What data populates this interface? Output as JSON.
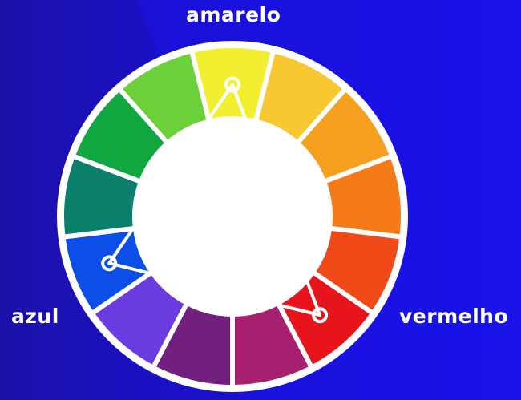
{
  "labels": {
    "yellow": "amarelo",
    "blue": "azul",
    "red": "vermelho"
  },
  "colors": {
    "background_dark": "#1b0fb0",
    "background_light": "#1a10e8",
    "ring_separator": "#ffffff",
    "triangle": "#ffffff"
  },
  "wheel": {
    "segments": [
      {
        "name": "yellow",
        "color": "#f2ee30"
      },
      {
        "name": "yellow-orange",
        "color": "#f7c830"
      },
      {
        "name": "orange-light",
        "color": "#f7a020"
      },
      {
        "name": "orange",
        "color": "#f57a18"
      },
      {
        "name": "red-orange",
        "color": "#f04a18"
      },
      {
        "name": "red",
        "color": "#e8141c"
      },
      {
        "name": "red-violet",
        "color": "#a82070"
      },
      {
        "name": "violet",
        "color": "#72207e"
      },
      {
        "name": "blue-violet",
        "color": "#6a3be0"
      },
      {
        "name": "blue",
        "color": "#0b4ee8"
      },
      {
        "name": "blue-green",
        "color": "#0a7f6c"
      },
      {
        "name": "green",
        "color": "#10a640"
      },
      {
        "name": "yellow-green",
        "color": "#6cd03a"
      }
    ],
    "triad": [
      "yellow",
      "blue",
      "red"
    ]
  }
}
